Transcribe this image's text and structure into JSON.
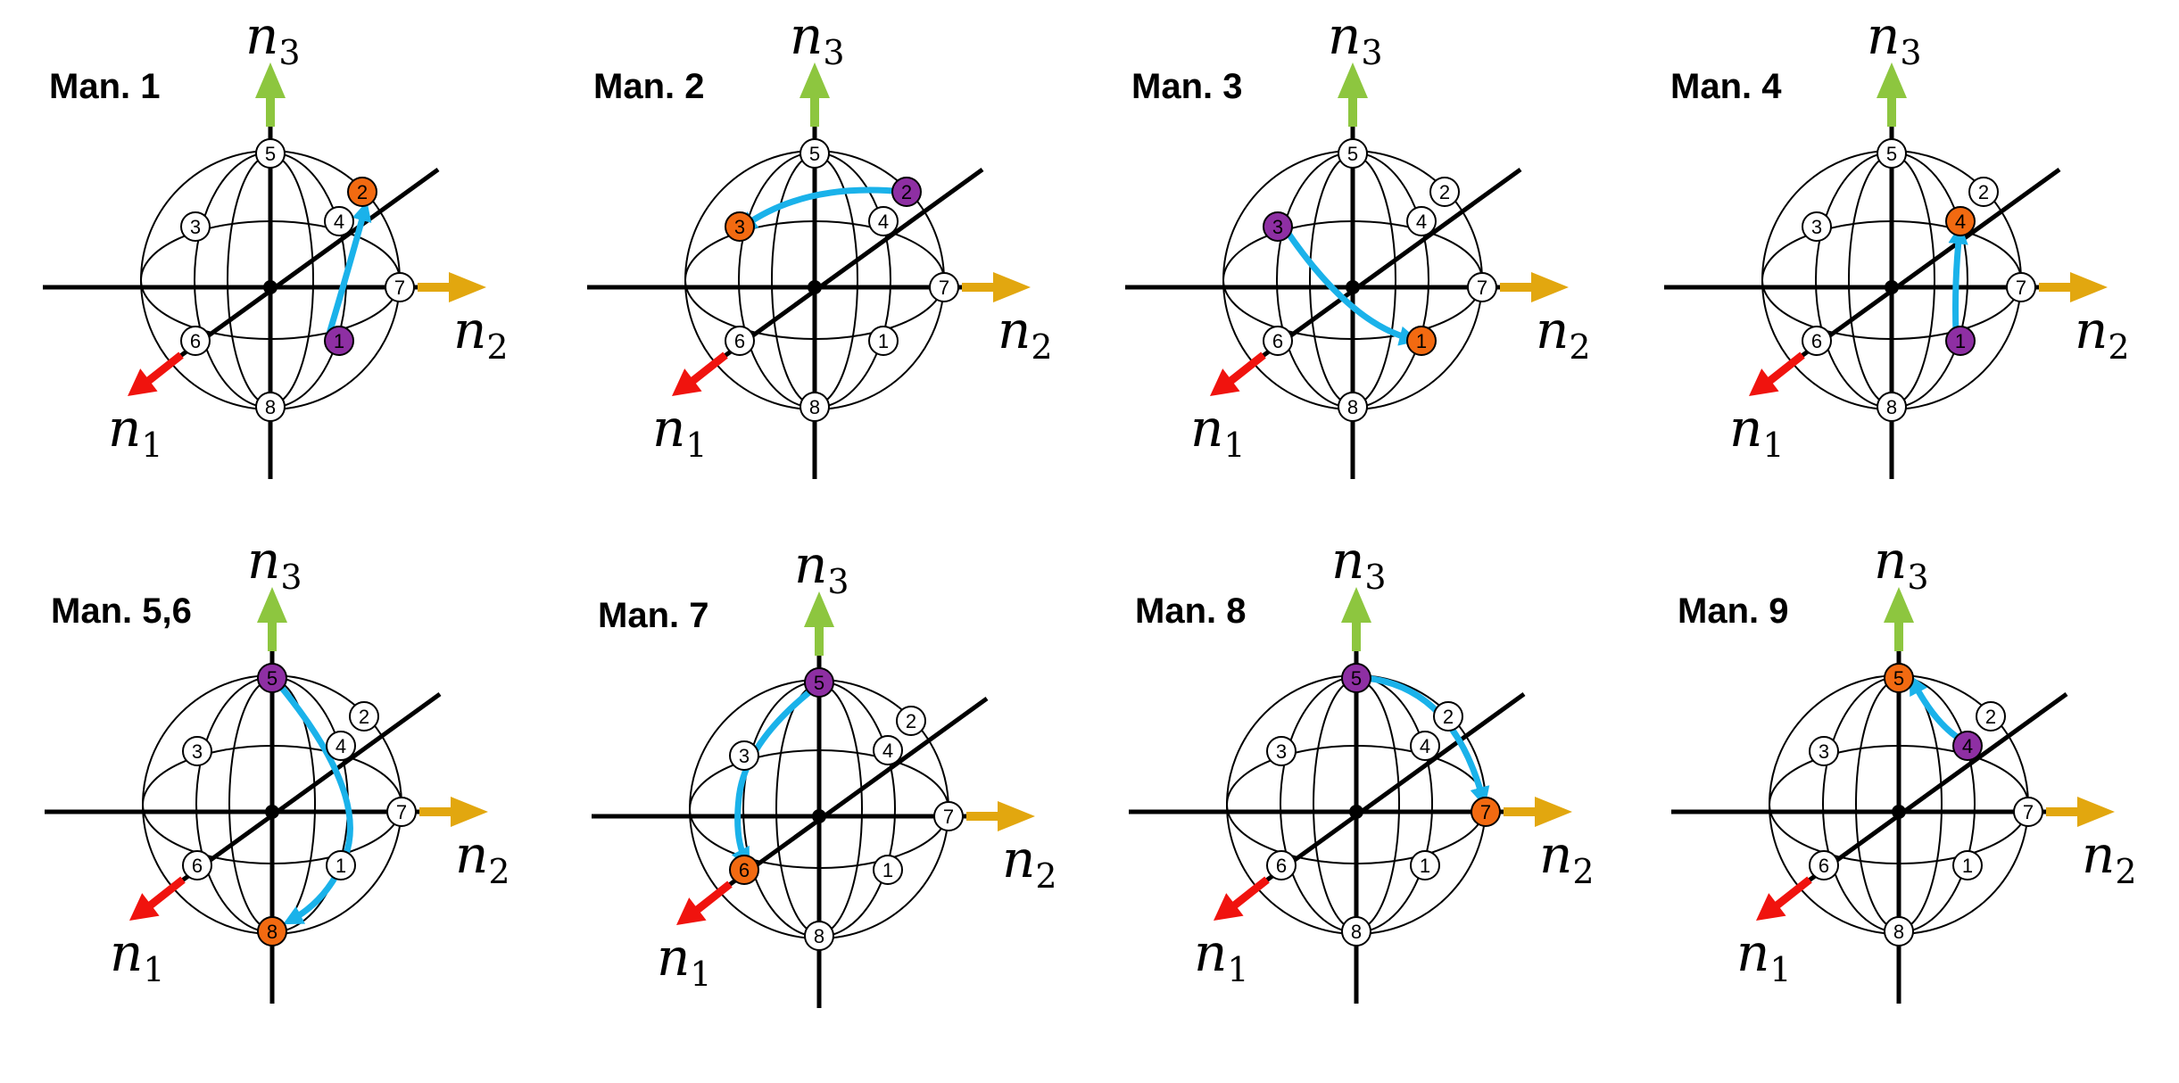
{
  "figure": {
    "colors": {
      "n1_axis": "#f0130e",
      "n2_axis": "#e2a70f",
      "n3_axis": "#8dc63f",
      "maneuver_arrow": "#1ab2ea",
      "start_node": "#8e2fa3",
      "end_node": "#f26a11",
      "plain_node": "#ffffff",
      "line": "#000000"
    },
    "axis_labels": {
      "n1": {
        "base": "n",
        "sub": "1"
      },
      "n2": {
        "base": "n",
        "sub": "2"
      },
      "n3": {
        "base": "n",
        "sub": "3"
      }
    },
    "node_ids": [
      "1",
      "2",
      "3",
      "4",
      "5",
      "6",
      "7",
      "8"
    ],
    "panels": [
      {
        "title": "Man. 1",
        "from": "1",
        "to": "2"
      },
      {
        "title": "Man. 2",
        "from": "2",
        "to": "3"
      },
      {
        "title": "Man. 3",
        "from": "3",
        "to": "1"
      },
      {
        "title": "Man. 4",
        "from": "1",
        "to": "4"
      },
      {
        "title": "Man. 5,6",
        "from": "5",
        "to": "8"
      },
      {
        "title": "Man. 7",
        "from": "5",
        "to": "6"
      },
      {
        "title": "Man. 8",
        "from": "5",
        "to": "7"
      },
      {
        "title": "Man. 9",
        "from": "4",
        "to": "5"
      }
    ]
  }
}
